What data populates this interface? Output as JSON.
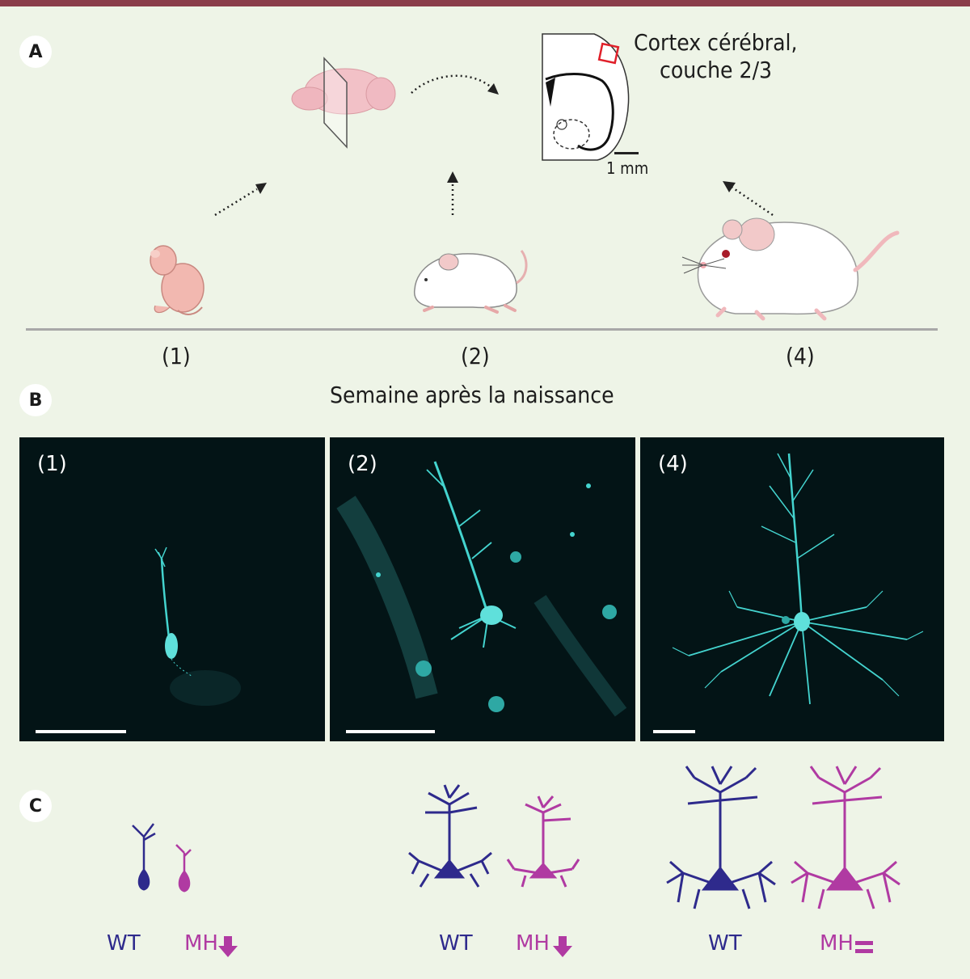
{
  "panels": {
    "a": "A",
    "b": "B",
    "c": "C"
  },
  "region_label_line1": "Cortex cérébral,",
  "region_label_line2": "couche 2/3",
  "scale_label": "1 mm",
  "timeline": {
    "ticks": [
      "(1)",
      "(2)",
      "(4)"
    ],
    "title": "Semaine après la naissance"
  },
  "micrographs": [
    {
      "tag": "(1)"
    },
    {
      "tag": "(2)"
    },
    {
      "tag": "(4)"
    }
  ],
  "legend": {
    "week1": {
      "wt": "WT",
      "mh": "MH"
    },
    "week2": {
      "wt": "WT",
      "mh": "MH"
    },
    "week4": {
      "wt": "WT",
      "mh": "MH"
    }
  },
  "colors": {
    "wt": "#2e2a8c",
    "mh": "#b03aa2",
    "neuron_fluor": "#44d4cf",
    "top_bar": "#8a3d4a"
  },
  "icons": {
    "week1_mh": "down-arrow-icon",
    "week2_mh": "down-arrow-icon",
    "week4_mh": "equals-icon"
  }
}
